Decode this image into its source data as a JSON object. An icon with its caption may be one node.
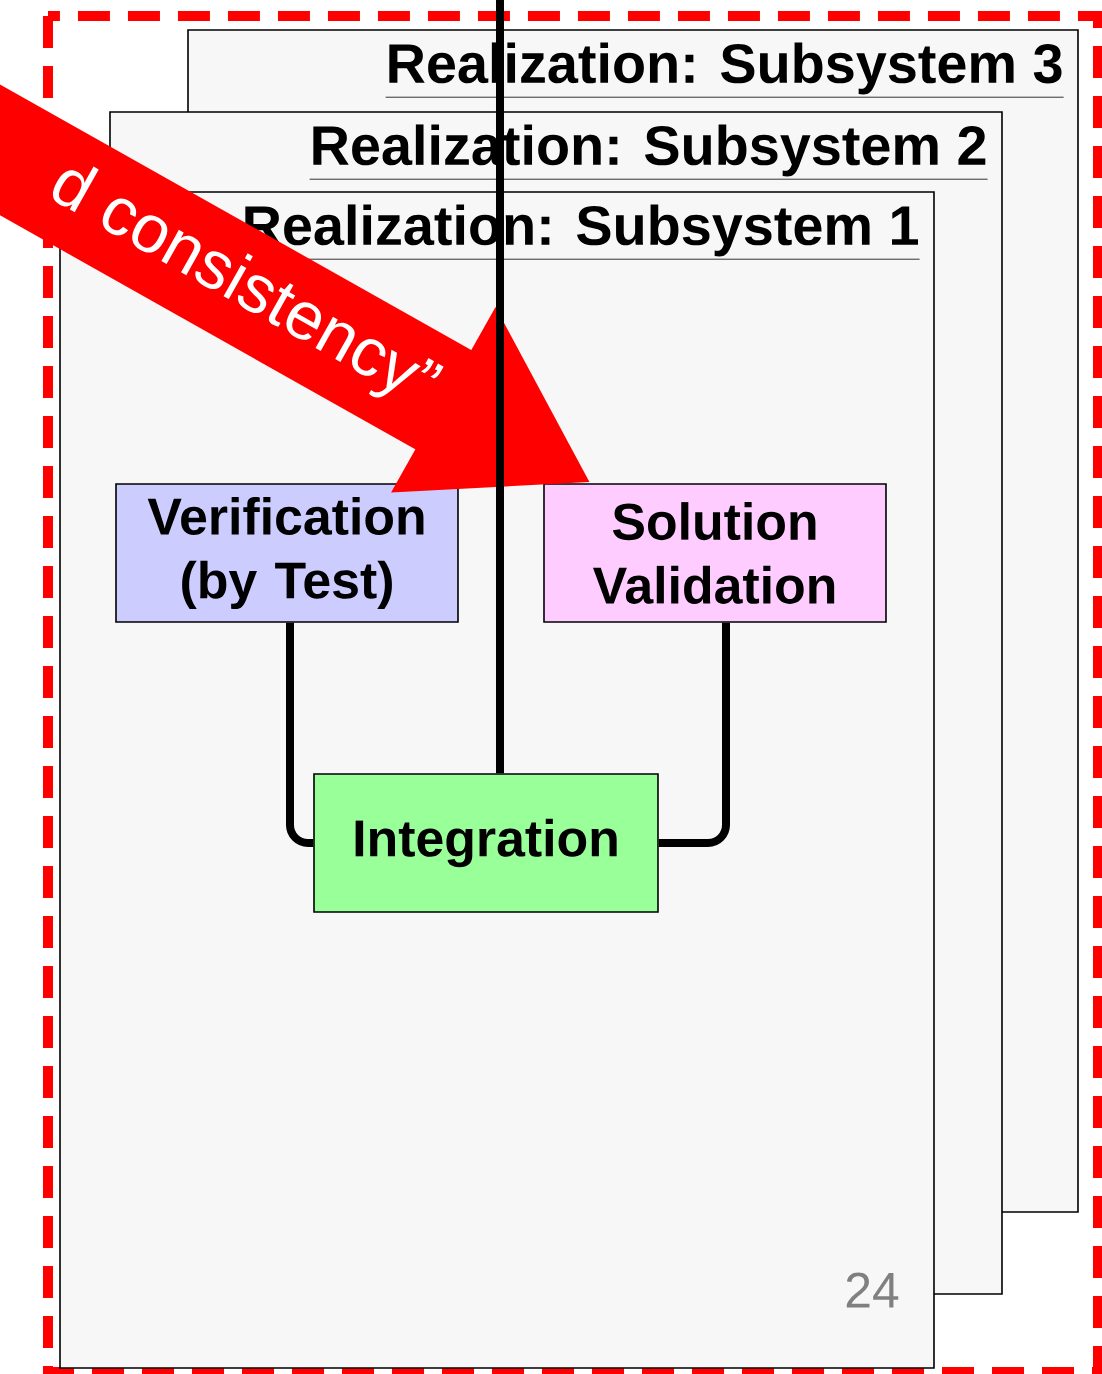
{
  "diagram": {
    "nodes": [
      {
        "text": [
          "Realization: Subsystem 3"
        ]
      },
      {
        "text": [
          "Realization: Subsystem 2"
        ]
      },
      {
        "text": [
          "Realization: Subsystem 1"
        ]
      },
      {
        "text": [
          "Verification (by Test)"
        ]
      },
      {
        "text": [
          "Solution Validation"
        ]
      },
      {
        "text": [
          "Integration"
        ]
      }
    ],
    "edges": [
      {
        "from": null,
        "to": 4,
        "arrow": "to",
        "label": "d consistency”",
        "style": "thick",
        "color": "#ff0000"
      },
      {
        "from": null,
        "to": 5,
        "arrow": "none"
      },
      {
        "from": 3,
        "to": 5,
        "arrow": "none"
      },
      {
        "from": 4,
        "to": 5,
        "arrow": "none"
      }
    ],
    "labels": [
      "24"
    ]
  }
}
